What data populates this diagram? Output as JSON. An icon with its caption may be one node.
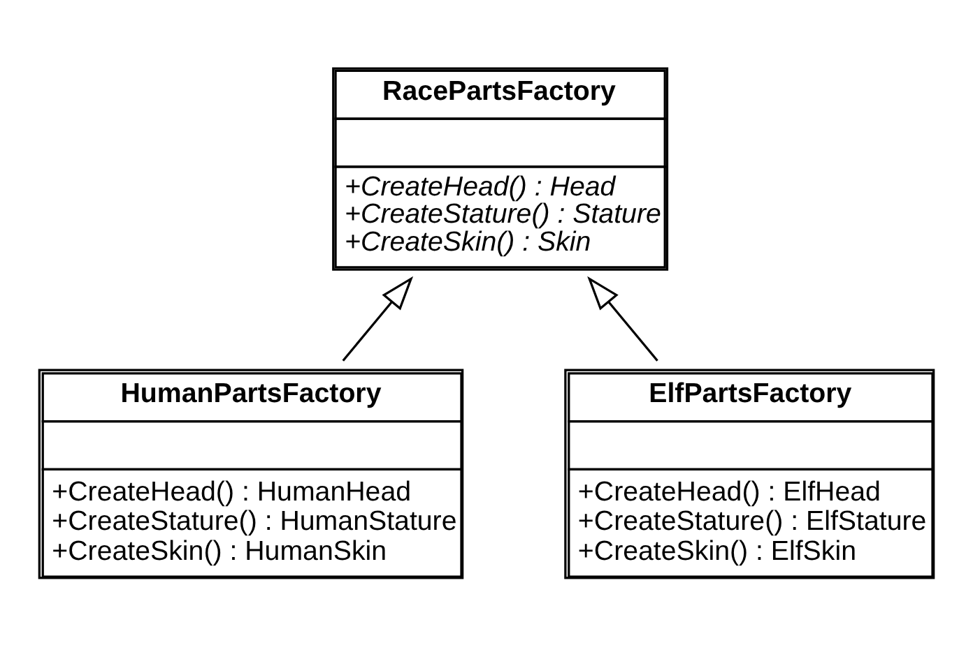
{
  "diagram": {
    "nodes": [
      {
        "text": [
          "RacePartsFactory",
          "+CreateHead() : Head",
          "+CreateStature() : Stature",
          "+CreateSkin() : Skin"
        ]
      },
      {
        "text": [
          "HumanPartsFactory",
          "+CreateHead() : HumanHead",
          "+CreateStature() : HumanStature",
          "+CreateSkin() : HumanSkin"
        ]
      },
      {
        "text": [
          "ElfPartsFactory",
          "+CreateHead() : ElfHead",
          "+CreateStature() : ElfStature",
          "+CreateSkin() : ElfSkin"
        ]
      }
    ],
    "edges": [
      {
        "from": 1,
        "to": 0,
        "arrow": "to"
      },
      {
        "from": 2,
        "to": 0,
        "arrow": "to"
      }
    ]
  }
}
